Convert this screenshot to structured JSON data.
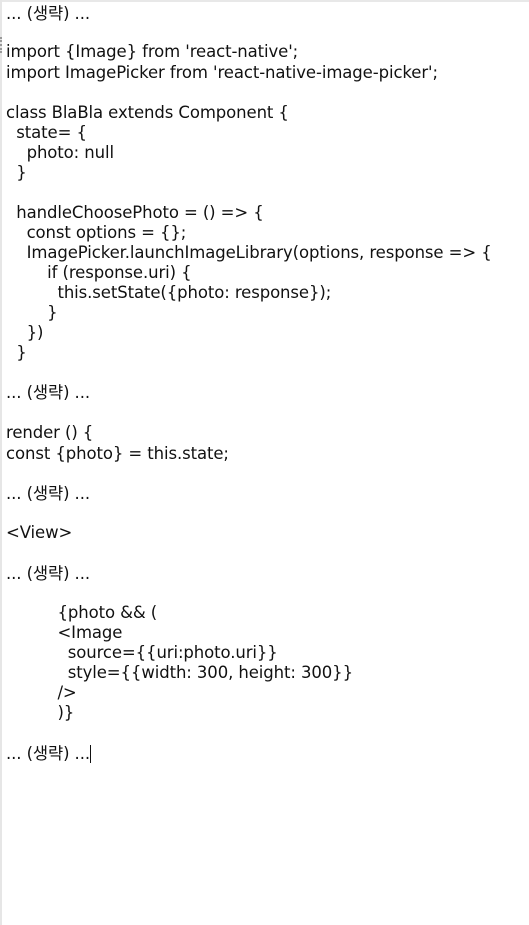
{
  "document": {
    "lines": [
      {
        "text": "... (생략) ..."
      },
      {
        "text": "import {Image} from 'react-native';"
      },
      {
        "text": "import ImagePicker from 'react-native-image-picker';"
      },
      {
        "text": "class BlaBla extends Component {"
      },
      {
        "text": "  state= {"
      },
      {
        "text": "    photo: null"
      },
      {
        "text": "  }"
      },
      {
        "text": "  handleChoosePhoto = () => {"
      },
      {
        "text": "    const options = {};"
      },
      {
        "text": "    ImagePicker.launchImageLibrary(options, response => {"
      },
      {
        "text": "        if (response.uri) {"
      },
      {
        "text": "          this.setState({photo: response});"
      },
      {
        "text": "        }"
      },
      {
        "text": "    })"
      },
      {
        "text": "  }"
      },
      {
        "text": "... (생략) ..."
      },
      {
        "text": "render () {"
      },
      {
        "text": "const {photo} = this.state;"
      },
      {
        "text": "... (생략) ..."
      },
      {
        "text": "<View>"
      },
      {
        "text": "... (생략) ..."
      },
      {
        "text": "          {photo && ("
      },
      {
        "text": "          <Image"
      },
      {
        "text": "            source={{uri:photo.uri}}"
      },
      {
        "text": "            style={{width: 300, height: 300}}"
      },
      {
        "text": "          />"
      },
      {
        "text": "          )}"
      },
      {
        "text": "... (생략) ..."
      }
    ]
  }
}
